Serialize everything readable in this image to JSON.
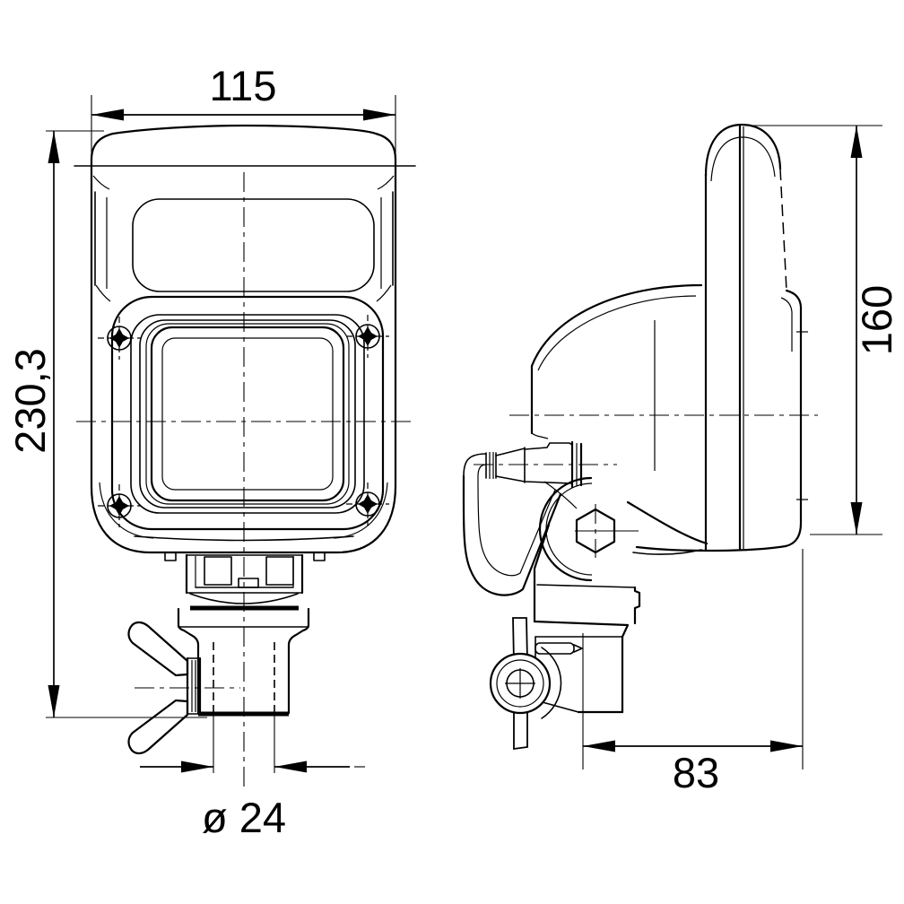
{
  "page": {
    "background": "#ffffff",
    "ink": "#000000",
    "kind": "technical dimension drawing of a work lamp, front and side orthographic views"
  },
  "labels": {
    "front_width": "115",
    "front_height": "230,3",
    "stem_diameter": "ø 24",
    "side_height": "160",
    "side_depth": "83"
  }
}
